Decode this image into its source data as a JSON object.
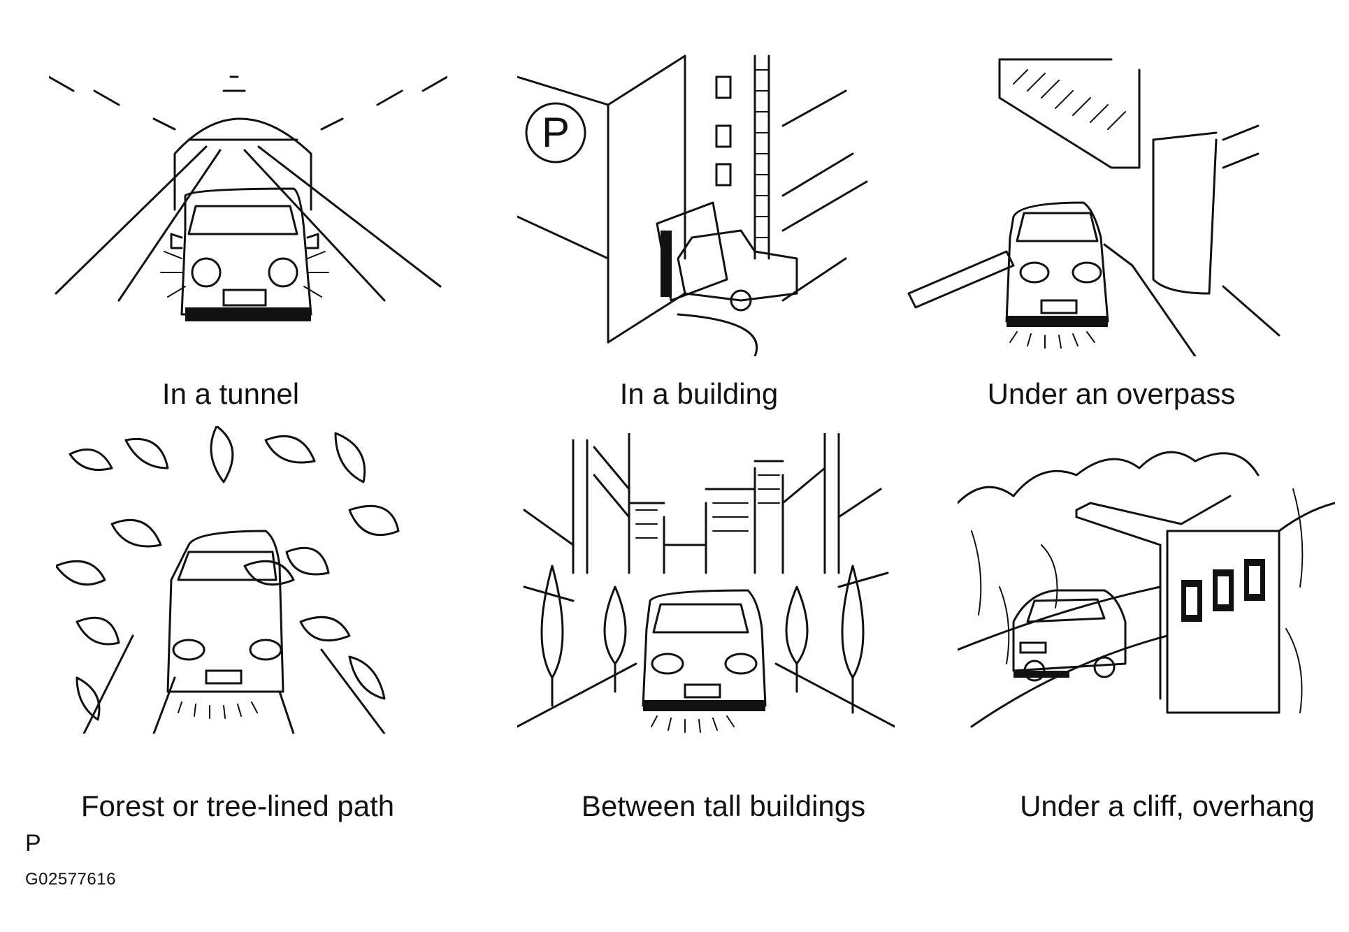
{
  "scenes": [
    {
      "caption": "In a tunnel",
      "icon": "tunnel-scene-icon"
    },
    {
      "caption": "In a building",
      "icon": "parking-building-scene-icon",
      "sign": "P"
    },
    {
      "caption": "Under an overpass",
      "icon": "overpass-scene-icon"
    },
    {
      "caption": "Forest or tree-lined path",
      "icon": "forest-scene-icon"
    },
    {
      "caption": "Between tall buildings",
      "icon": "city-buildings-scene-icon"
    },
    {
      "caption": "Under a cliff, overhang",
      "icon": "cliff-overhang-scene-icon"
    }
  ],
  "footer": {
    "label": "P",
    "code": "G02577616"
  }
}
